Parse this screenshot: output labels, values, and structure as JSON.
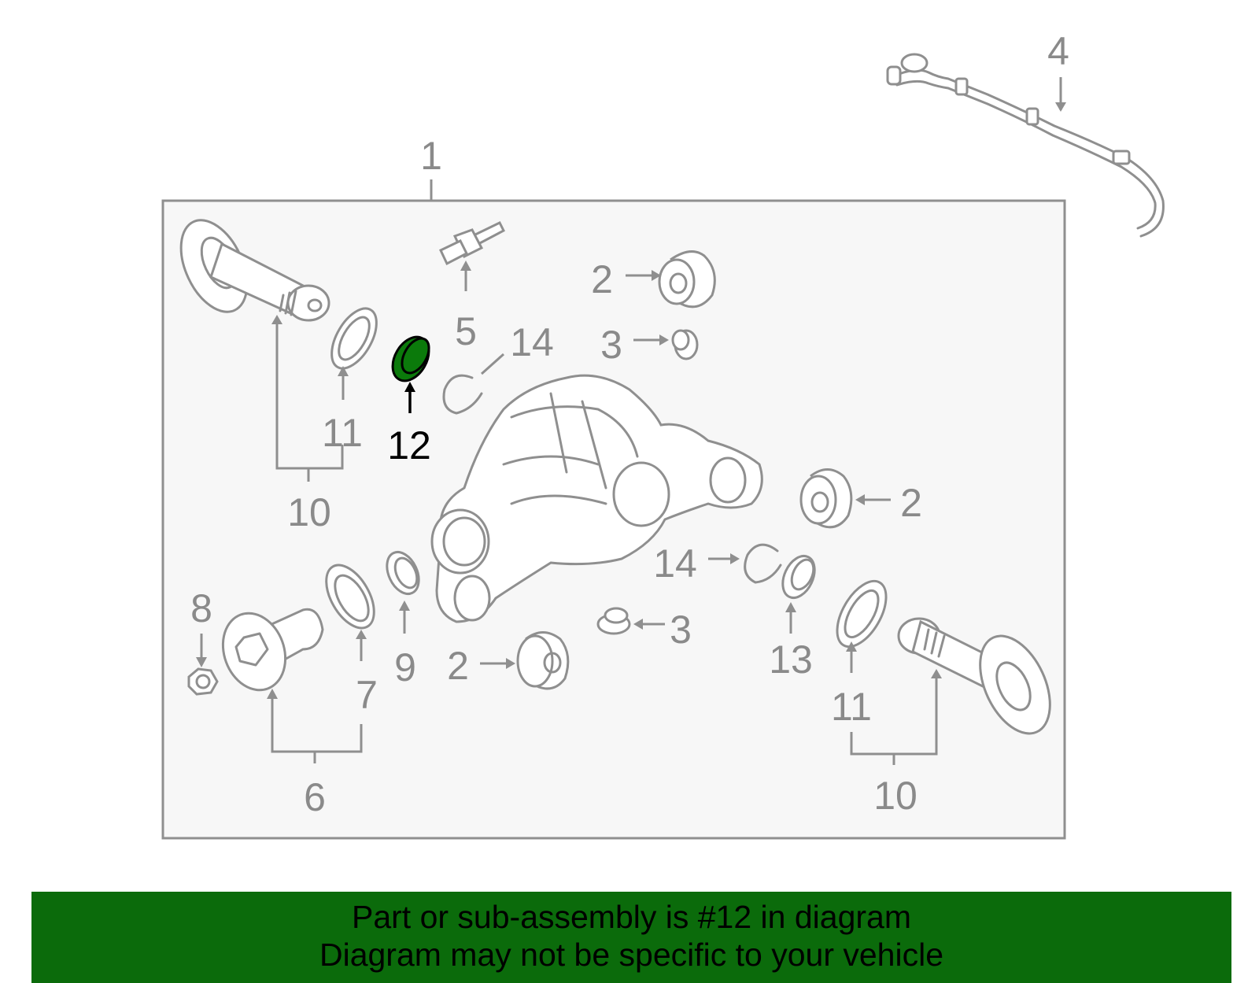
{
  "colors": {
    "highlight": "#0b7a0b",
    "banner": "#0b6b0b",
    "line": "#8f8f8f",
    "box_fill": "#f7f7f7"
  },
  "highlighted_part": "12",
  "callouts": {
    "c1": "1",
    "c2a": "2",
    "c2b": "2",
    "c2c": "2",
    "c3a": "3",
    "c3b": "3",
    "c4": "4",
    "c5": "5",
    "c6": "6",
    "c7": "7",
    "c8": "8",
    "c9": "9",
    "c10a": "10",
    "c10b": "10",
    "c11a": "11",
    "c11b": "11",
    "c12": "12",
    "c13": "13",
    "c14a": "14",
    "c14b": "14"
  },
  "banner": {
    "line1": "Part or sub-assembly is #12 in diagram",
    "line2": "Diagram may not be specific to your vehicle"
  }
}
